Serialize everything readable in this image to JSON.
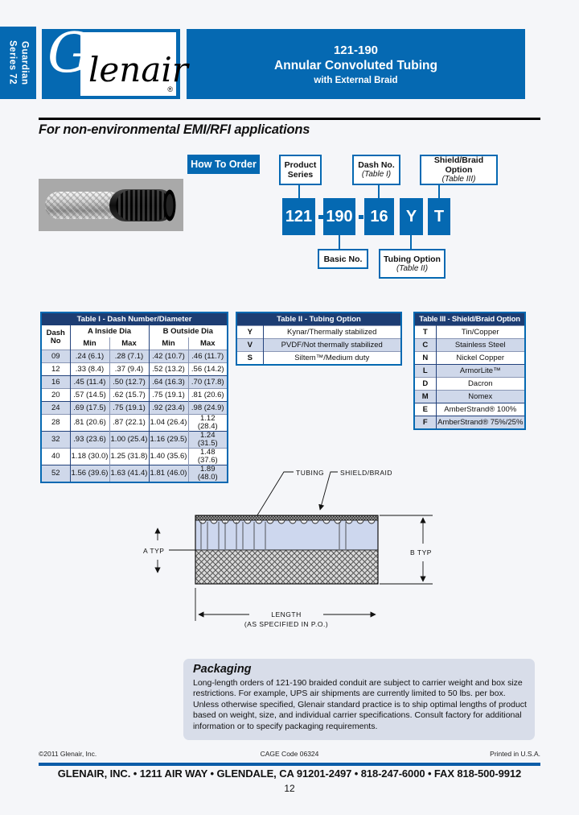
{
  "colors": {
    "brand_blue": "#0569b2",
    "table_header_navy": "#1d3d73",
    "row_tint": "#cfd8ea",
    "panel": "#d8dde9"
  },
  "sidebar": {
    "line1": "Series 72",
    "line2": "Guardian"
  },
  "logo": {
    "g": "G",
    "rest": "lenair",
    "reg": "®"
  },
  "header": {
    "part_number": "121-190",
    "title": "Annular Convoluted Tubing",
    "subtitle": "with External Braid"
  },
  "intro": {
    "heading": "For non-environmental EMI/RFI applications"
  },
  "how_to_order": {
    "label": "How To Order",
    "box_product": {
      "line1": "Product",
      "line2": "Series"
    },
    "box_dash": {
      "line1": "Dash No.",
      "line2": "(Table I)"
    },
    "box_shield": {
      "line1": "Shield/Braid Option",
      "line2": "(Table III)"
    },
    "box_basic": {
      "line1": "Basic No."
    },
    "box_tubing": {
      "line1": "Tubing Option",
      "line2": "(Table II)"
    },
    "pn": {
      "p1": "121",
      "p2": "190",
      "p3": "16",
      "p4": "Y",
      "p5": "T"
    }
  },
  "table1": {
    "title": "Table I - Dash Number/Diameter",
    "col_dash": {
      "line1": "Dash",
      "line2": "No"
    },
    "group_a": "A Inside Dia",
    "group_b": "B Outside Dia",
    "h_min": "Min",
    "h_max": "Max",
    "rows": [
      {
        "dash": "09",
        "a_min": ".24 (6.1)",
        "a_max": ".28 (7.1)",
        "b_min": ".42 (10.7)",
        "b_max": ".46 (11.7)"
      },
      {
        "dash": "12",
        "a_min": ".33 (8.4)",
        "a_max": ".37 (9.4)",
        "b_min": ".52 (13.2)",
        "b_max": ".56 (14.2)"
      },
      {
        "dash": "16",
        "a_min": ".45 (11.4)",
        "a_max": ".50 (12.7)",
        "b_min": ".64 (16.3)",
        "b_max": ".70 (17.8)"
      },
      {
        "dash": "20",
        "a_min": ".57 (14.5)",
        "a_max": ".62 (15.7)",
        "b_min": ".75 (19.1)",
        "b_max": ".81 (20.6)"
      },
      {
        "dash": "24",
        "a_min": ".69 (17.5)",
        "a_max": ".75 (19.1)",
        "b_min": ".92 (23.4)",
        "b_max": ".98 (24.9)"
      },
      {
        "dash": "28",
        "a_min": ".81 (20.6)",
        "a_max": ".87 (22.1)",
        "b_min": "1.04 (26.4)",
        "b_max": "1.12 (28.4)"
      },
      {
        "dash": "32",
        "a_min": ".93 (23.6)",
        "a_max": "1.00 (25.4)",
        "b_min": "1.16 (29.5)",
        "b_max": "1.24 (31.5)"
      },
      {
        "dash": "40",
        "a_min": "1.18 (30.0)",
        "a_max": "1.25 (31.8)",
        "b_min": "1.40 (35.6)",
        "b_max": "1.48 (37.6)"
      },
      {
        "dash": "52",
        "a_min": "1.56 (39.6)",
        "a_max": "1.63 (41.4)",
        "b_min": "1.81 (46.0)",
        "b_max": "1.89 (48.0)"
      }
    ]
  },
  "table2": {
    "title": "Table II - Tubing Option",
    "rows": [
      {
        "code": "Y",
        "desc": "Kynar/Thermally stabilized"
      },
      {
        "code": "V",
        "desc": "PVDF/Not thermally stabilized"
      },
      {
        "code": "S",
        "desc": "Siltem™/Medium duty"
      }
    ]
  },
  "table3": {
    "title": "Table III - Shield/Braid Option",
    "rows": [
      {
        "code": "T",
        "desc": "Tin/Copper"
      },
      {
        "code": "C",
        "desc": "Stainless Steel"
      },
      {
        "code": "N",
        "desc": "Nickel Copper"
      },
      {
        "code": "L",
        "desc": "ArmorLite™"
      },
      {
        "code": "D",
        "desc": "Dacron"
      },
      {
        "code": "M",
        "desc": "Nomex"
      },
      {
        "code": "E",
        "desc": "AmberStrand® 100%"
      },
      {
        "code": "F",
        "desc": "AmberStrand® 75%/25%"
      }
    ]
  },
  "diagram": {
    "label_tubing": "TUBING",
    "label_shield": "SHIELD/BRAID",
    "label_a": "A TYP",
    "label_b": "B TYP",
    "label_length": "LENGTH",
    "label_length2": "(AS SPECIFIED IN P.O.)"
  },
  "packaging": {
    "title": "Packaging",
    "lines": [
      "Long-length orders of 121-190 braided conduit are subject to carrier weight and box size",
      "restrictions. For example, UPS air shipments are currently limited to 50 lbs. per box.",
      "Unless otherwise specified, Glenair standard practice is to ship optimal lengths of product",
      "based on weight, size, and individual carrier specifications. Consult factory for additional",
      "information or to specify packaging requirements."
    ]
  },
  "footer": {
    "copyright": "©2011 Glenair, Inc.",
    "cage": "CAGE Code 06324",
    "printed": "Printed in U.S.A.",
    "address": "GLENAIR, INC. • 1211 AIR WAY • GLENDALE, CA 91201-2497 • 818-247-6000 • FAX 818-500-9912",
    "page": "12"
  }
}
